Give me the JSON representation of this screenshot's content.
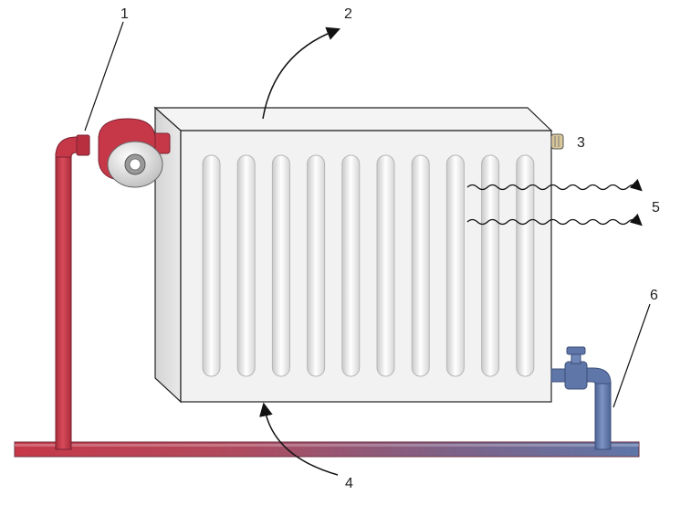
{
  "labels": {
    "thermostatic_valve": "1",
    "rising_warm_air": "2",
    "air_vent": "3",
    "incoming_cool_air": "4",
    "radiated_heat": "5",
    "return_pipe": "6"
  },
  "colors": {
    "hot_pipe": "#c63848",
    "cold_pipe": "#5f76a8",
    "radiator_body": "#f2f2f2",
    "outline": "#222222"
  },
  "icons": {
    "valve": "thermostatic-valve-icon",
    "vent": "air-vent-icon",
    "lockshield": "lockshield-valve-icon"
  }
}
